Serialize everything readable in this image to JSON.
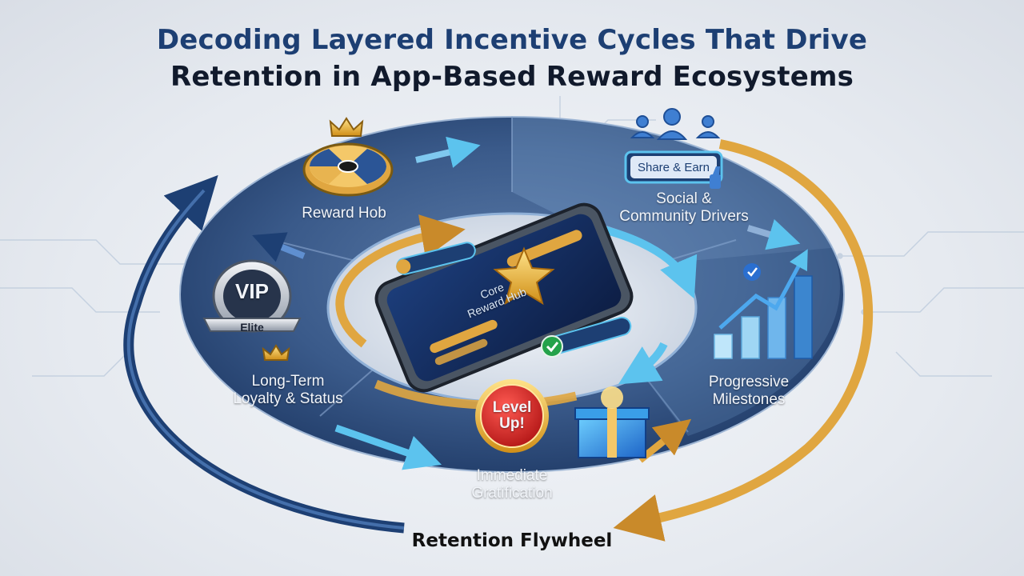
{
  "title": {
    "line1": "Decoding Layered Incentive Cycles That Drive",
    "line2": "Retention in App-Based Reward Ecosystems"
  },
  "segments": {
    "reward_hub": "Reward Hob",
    "social": [
      "Social &",
      "Community Drivers"
    ],
    "loyalty": [
      "Long-Term",
      "Loyalty & Status"
    ],
    "milestones": [
      "Progressive",
      "Milestones"
    ],
    "gratification": [
      "Immediate",
      "Gratification"
    ]
  },
  "center": {
    "phone_text": [
      "Core",
      "Reward Hub"
    ]
  },
  "badges": {
    "share": "Share & Earn",
    "vip_top": "VIP",
    "vip_bottom": "Elite",
    "level_up": [
      "Level",
      "Up!"
    ]
  },
  "flywheel_label": "Retention Flywheel",
  "colors": {
    "navy": "#1d3f73",
    "gold": "#e0a640",
    "sky": "#5cc3ee",
    "badge_red": "#d52828"
  }
}
